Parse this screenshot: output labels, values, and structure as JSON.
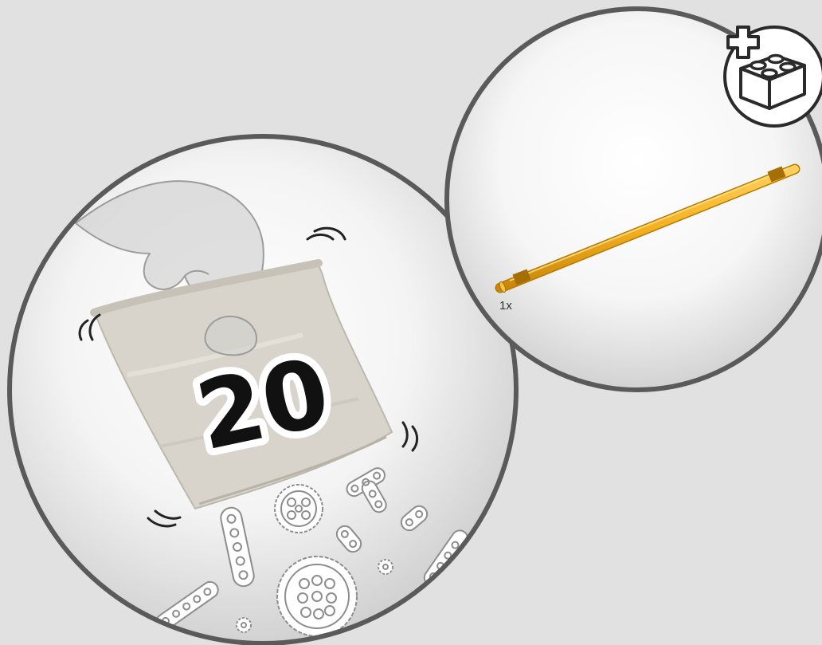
{
  "bag_step": {
    "bag_number": "20"
  },
  "parts_callout": {
    "part_name": "axle",
    "part_color": "#f4b01e",
    "quantity_label": "1x",
    "add_bricks_icon": "plus-brick-icon"
  },
  "colors": {
    "background": "#e1e1e1",
    "circle_border": "#5a5a5a",
    "axle_yellow": "#f4b01e"
  }
}
